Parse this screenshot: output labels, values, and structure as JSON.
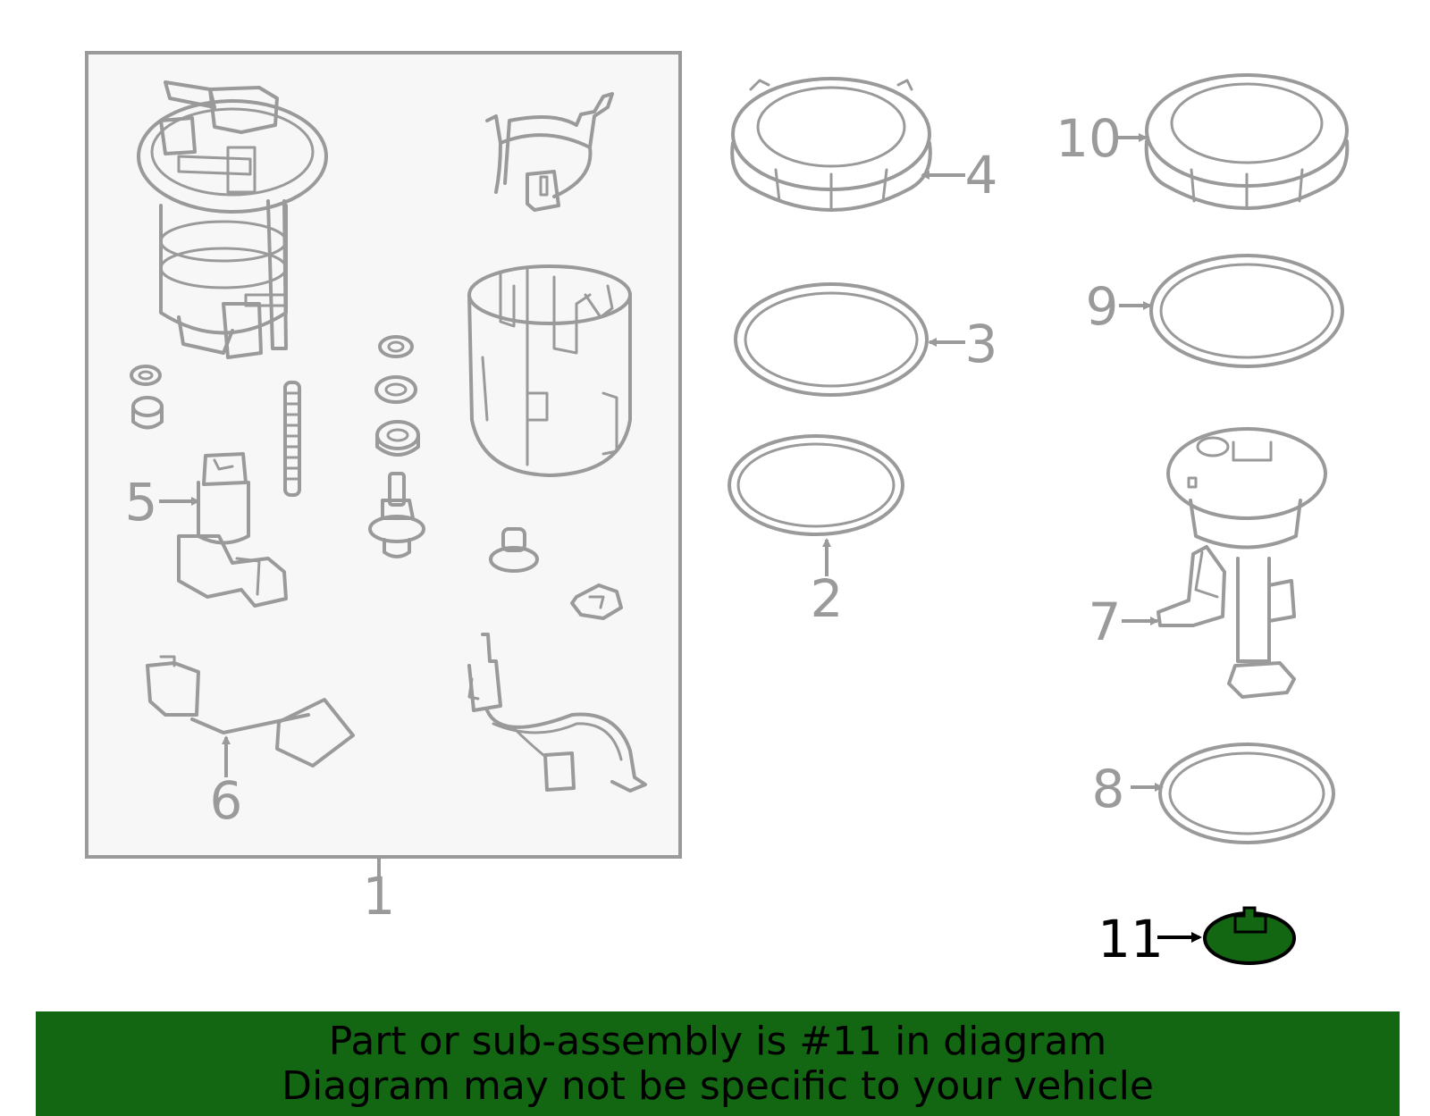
{
  "callouts": {
    "c1": "1",
    "c2": "2",
    "c3": "3",
    "c4": "4",
    "c5": "5",
    "c6": "6",
    "c7": "7",
    "c8": "8",
    "c9": "9",
    "c10": "10",
    "c11": "11"
  },
  "highlight": {
    "part_number": "11",
    "color": "#136612"
  },
  "colors": {
    "line_art": "#9a9a9a",
    "assembly_box_fill": "#f7f7f7",
    "banner": "#136612"
  },
  "banner": {
    "line1": "Part or sub-assembly is #11 in diagram",
    "line2": "Diagram may not be specific to your vehicle"
  }
}
